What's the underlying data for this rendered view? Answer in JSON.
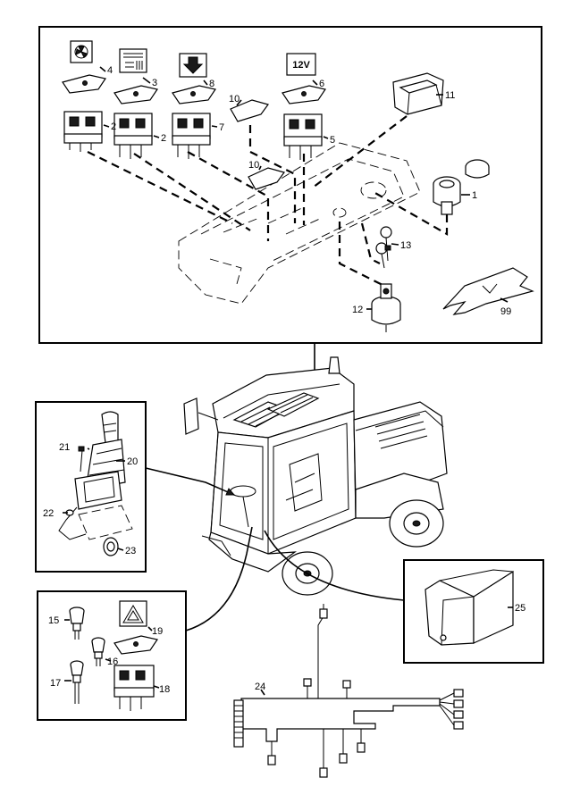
{
  "labels": {
    "n1": "1",
    "n2a": "2",
    "n2b": "2",
    "n3": "3",
    "n4": "4",
    "n5": "5",
    "n6": "6",
    "n7": "7",
    "n8": "8",
    "n10a": "10",
    "n10b": "10",
    "n11": "11",
    "n12": "12",
    "n13": "13",
    "n15": "15",
    "n16": "16",
    "n17": "17",
    "n18": "18",
    "n19": "19",
    "n20": "20",
    "n21": "21",
    "n22": "22",
    "n23": "23",
    "n24": "24",
    "n25": "25",
    "n99": "99"
  },
  "icons": {
    "voltage_text": "12V",
    "fan_icon": "fan-icon",
    "heater_icon": "heater-icon",
    "arrow_icon": "arrow-down-icon",
    "hazard_icon": "hazard-triangle-icon"
  }
}
